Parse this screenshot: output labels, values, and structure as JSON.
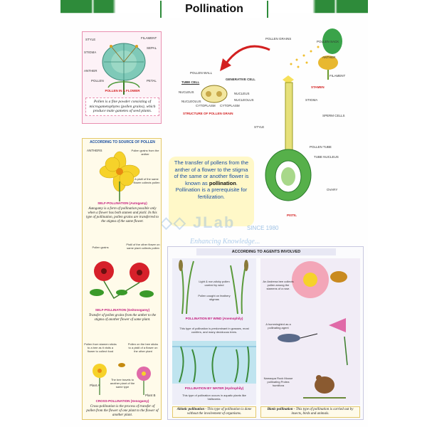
{
  "title": "Pollination",
  "flower": {
    "labels": [
      "STYLE",
      "STIGMA",
      "ANTHER",
      "POLLEN",
      "FILAMENT",
      "SEPAL",
      "PETAL"
    ],
    "caption": "POLLEN IN A FLOWER",
    "note": "Pollen is a fine powder consisting of microgametophytes (pollen grains), which produce male gametes of seed plants."
  },
  "grain": {
    "labels": [
      "POLLEN WALL",
      "TUBE CELL",
      "GENERATIVE CELL",
      "NUCLEUS",
      "NUCLEUS",
      "NUCLEOLUS",
      "NUCLEOLUS",
      "CYTOPLASM",
      "CYTOPLASM"
    ],
    "caption": "STRUCTURE OF POLLEN GRAIN"
  },
  "pistil": {
    "labels": [
      "POLLEN GRAINS",
      "POLLEN SACK",
      "ANTHER",
      "FILAMENT",
      "STIGMA",
      "SPERM CELLS",
      "STYLE",
      "POLLEN TUBE",
      "TUBE NUCLEUS",
      "OVARY"
    ],
    "stamen_label": "STAMEN",
    "pistil_label": "PISTIL"
  },
  "definition": {
    "text_before": "The transfer of pollens from the anther of a flower to the stigma of the same or another flower is known as",
    "bold": "pollination",
    "text_after": ". Pollination is a prerequisite for fertilization."
  },
  "watermark": {
    "since": "SINCE 1980",
    "tagline": "Enhancing Knowledge..."
  },
  "source": {
    "heading": "ACCORDING TO SOURCE OF POLLEN",
    "auto": {
      "labels": [
        "ANTHERS",
        "Pollen grains from the anther",
        "A pistil of the same flower collects pollen"
      ],
      "caption": "SELF-POLLINATION (Autogamy)",
      "note": "Autogamy is a form of pollination possible only when a flower has both stamen and pistil. In this type of pollination, pollen grains are transferred to the stigma of the same flower."
    },
    "geito": {
      "labels": [
        "Pollen grains",
        "Pistil of the other flower on same plant collects pollen"
      ],
      "caption": "SELF-POLLINATION (Geitonogamy)",
      "note": "Transfer of pollen grains from the anther to the stigma of another flower of same plant."
    },
    "xeno": {
      "labels": [
        "Pollen from stamen sticks to a bee as it visits a flower to collect food",
        "Pollen on the bee sticks to a pistil of a flower on the other plant",
        "The bee travels to another plant of the same type",
        "Plant A",
        "Plant B"
      ],
      "caption": "CROSS-POLLINATION (Xenogamy)",
      "note": "Cross-pollination is the process of transfer of pollen from the flower of one plant to the flower of another plant."
    }
  },
  "agents": {
    "heading": "ACCORDING TO AGENTS INVOLVED",
    "wind": {
      "labels": [
        "Light & non-sticky pollen carried by wind",
        "Pollen caught on feathery stigmas"
      ],
      "caption": "POLLINATION BY WIND (Anemophily)",
      "note": "This type of pollination is predominant in grasses, most conifers, and many deciduous trees."
    },
    "water": {
      "caption": "POLLINATION BY WATER (Hydrophily)",
      "note": "This type of pollination occurs in aquatic plants like Vallisneria."
    },
    "insect_label": "An Andrena bee collects pollen among the stamens of a rose.",
    "bird_label": "A hummingbird as a pollinating agent",
    "mouse_label": "Namaqua Rock Mouse pollinating Protea humiflora",
    "abiotic": {
      "bold": "Abiotic pollination",
      "text": " - This type of pollination is done without the involvement of organisms."
    },
    "biotic": {
      "bold": "Biotic pollination",
      "text": " - This type of pollination is carried out by insects, birds and animals."
    }
  },
  "colors": {
    "accent": "#2e8b3a",
    "panel_border": "#e4c86a",
    "caption_red": "#d32020",
    "heading_blue": "#1a4fa0"
  }
}
